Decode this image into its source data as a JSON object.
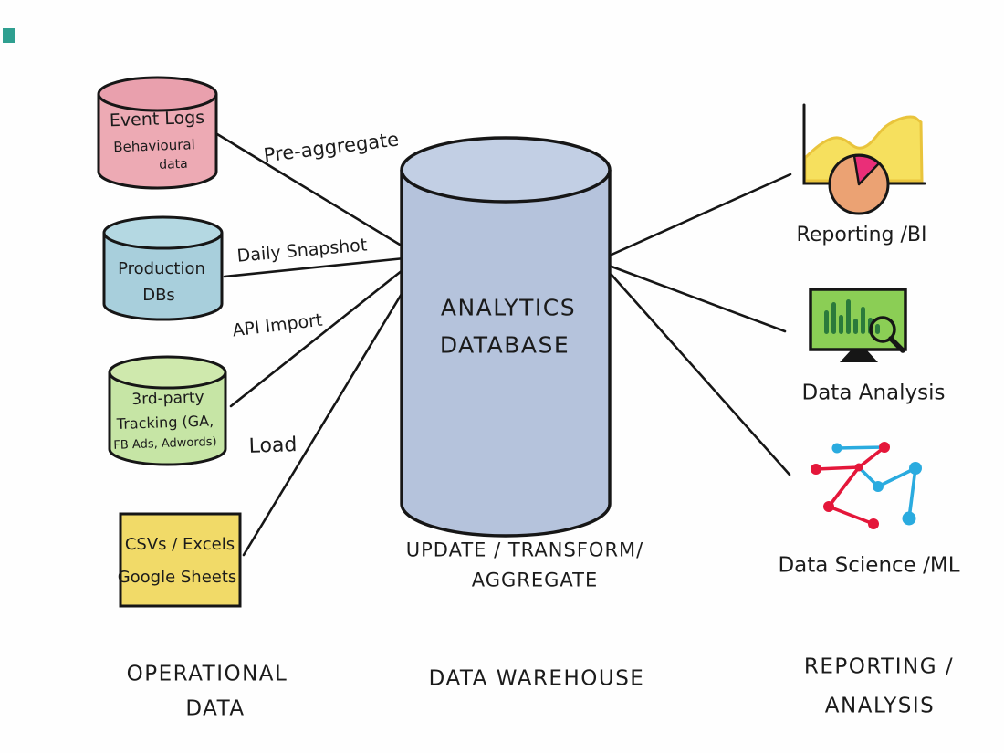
{
  "diagram": {
    "sources": {
      "event_logs": {
        "line1": "Event Logs",
        "line2": "Behavioural",
        "line3": "data"
      },
      "production_dbs": {
        "line1": "Production",
        "line2": "DBs"
      },
      "third_party": {
        "line1": "3rd-party",
        "line2": "Tracking (GA,",
        "line3": "FB Ads, Adwords)"
      },
      "files": {
        "line1": "CSVs / Excels",
        "line2": "Google Sheets"
      }
    },
    "flows": {
      "pre_aggregate": "Pre-aggregate",
      "daily_snapshot": "Daily Snapshot",
      "api_import": "API Import",
      "load": "Load"
    },
    "warehouse": {
      "title_line1": "ANALYTICS",
      "title_line2": "DATABASE",
      "caption_line1": "UPDATE / TRANSFORM/",
      "caption_line2": "AGGREGATE"
    },
    "outputs": {
      "reporting": "Reporting /BI",
      "analysis": "Data Analysis",
      "science": "Data Science /ML"
    },
    "sections": {
      "left_line1": "OPERATIONAL",
      "left_line2": "DATA",
      "center": "DATA WAREHOUSE",
      "right_line1": "REPORTING /",
      "right_line2": "ANALYSIS"
    },
    "colors": {
      "ink": "#161616",
      "event_logs_fill": "#edaab4",
      "event_logs_top": "#e9a0ad",
      "production_fill": "#a8cfdc",
      "production_top": "#b4d8e2",
      "third_party_fill": "#c6e5a5",
      "third_party_top": "#cfe9ad",
      "files_fill": "#f1da68",
      "warehouse_fill": "#b5c3dc",
      "warehouse_top": "#c2cfe4",
      "report_area": "#f6e05e",
      "report_area_edge": "#e9c43c",
      "pie_fill": "#eba273",
      "pie_slice": "#ea2e78",
      "monitor_fill": "#8bce55",
      "monitor_bars": "#2b7a3b",
      "science_red": "#e4173a",
      "science_blue": "#2aabdf",
      "corner_square": "#2f9f90"
    }
  }
}
